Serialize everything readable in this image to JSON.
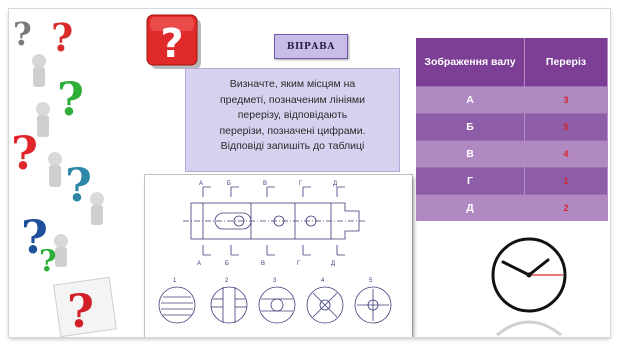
{
  "slide": {
    "title": "ВПРАВА",
    "instruction_lines": [
      "Визначте, яким місцям на",
      "предметі, позначеним лініями",
      "перерізу, відповідають",
      "перерізи, позначені цифрами.",
      "Відповіді запишіть до таблиці"
    ]
  },
  "table": {
    "headers": [
      "Зображення валу",
      "Переріз"
    ],
    "rows": [
      {
        "label": "А",
        "answer": "3"
      },
      {
        "label": "Б",
        "answer": "5"
      },
      {
        "label": "В",
        "answer": "4"
      },
      {
        "label": "Г",
        "answer": "1"
      },
      {
        "label": "Д",
        "answer": "2"
      }
    ]
  },
  "drawing": {
    "cut_labels_top": [
      "А",
      "Б",
      "В",
      "Г",
      "Д"
    ],
    "cut_labels_bottom": [
      "А",
      "Б",
      "В",
      "Г",
      "Д"
    ],
    "section_numbers": [
      "1",
      "2",
      "3",
      "4",
      "5"
    ]
  },
  "colors": {
    "header_bg": "#7c3f95",
    "row_light": "#b089c3",
    "row_dark": "#8d5ea7",
    "answer": "#d6262a",
    "instruction_bg": "#d8d0ef",
    "title_bg": "#c9bde6"
  },
  "icons": [
    "question-figures-art",
    "question-mark-box-icon",
    "clock-icon"
  ]
}
